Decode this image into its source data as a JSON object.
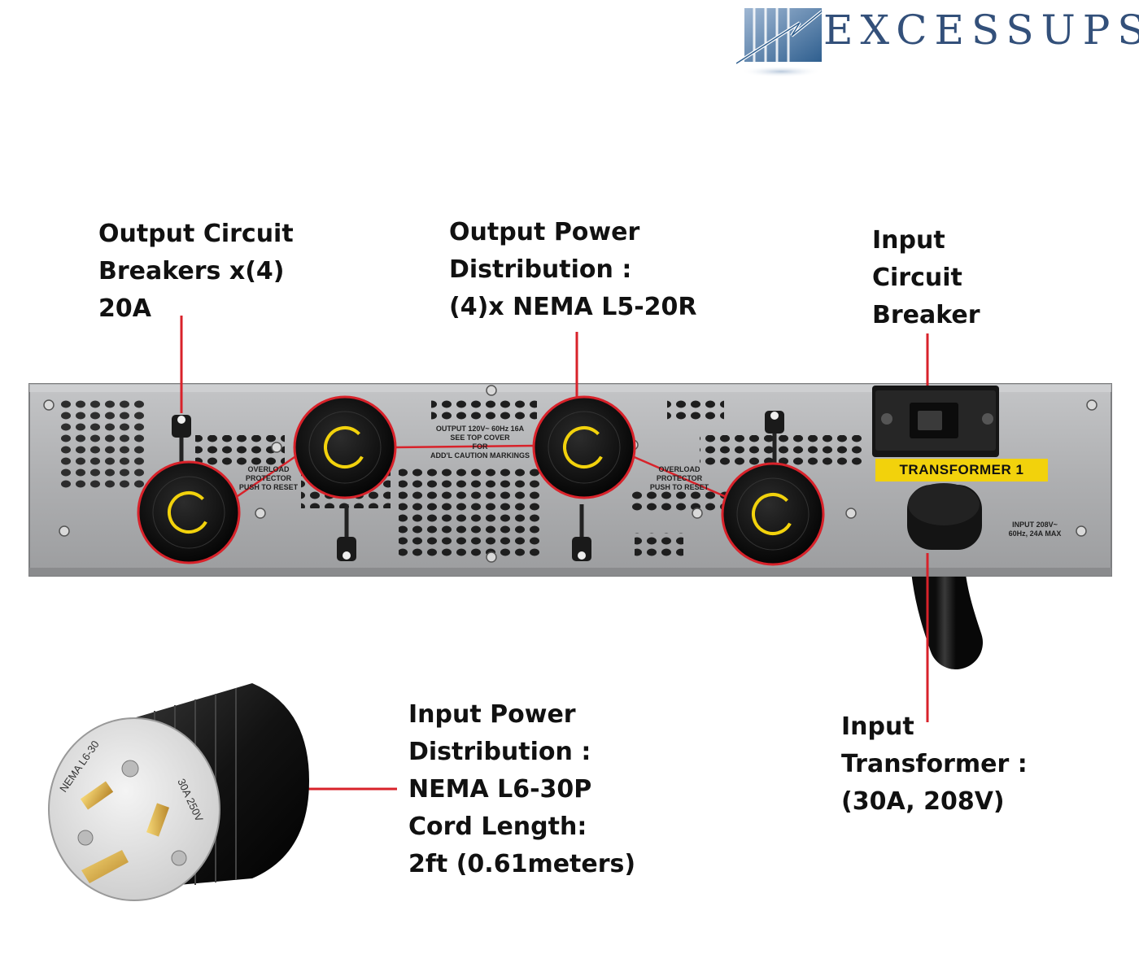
{
  "logo": {
    "text": "EXCESSUPS"
  },
  "callouts": {
    "output_breakers": [
      "Output Circuit",
      "Breakers x(4)",
      "20A"
    ],
    "output_power": [
      "Output Power",
      "Distribution :",
      "(4)x NEMA L5-20R"
    ],
    "input_breaker": [
      "Input",
      "Circuit",
      "Breaker"
    ],
    "input_power": [
      "Input Power",
      "Distribution :",
      "NEMA L6-30P",
      "Cord Length:",
      "2ft (0.61meters)"
    ],
    "input_transformer": [
      "Input",
      "Transformer :",
      "(30A, 208V)"
    ]
  },
  "panel": {
    "output_label": [
      "OUTPUT 120V~ 60Hz 16A",
      "SEE TOP COVER",
      "FOR",
      "ADD'L CAUTION MARKINGS"
    ],
    "overload_left": [
      "OVERLOAD",
      "PROTECTOR",
      "PUSH TO RESET"
    ],
    "overload_right": [
      "OVERLOAD",
      "PROTECTOR",
      "PUSH TO RESET"
    ],
    "transformer_label": "TRANSFORMER 1",
    "input_rating": [
      "INPUT 208V~",
      "60Hz, 24A MAX"
    ]
  },
  "plug": {
    "model": "NEMA L6-30",
    "rating": "30A 250V"
  },
  "colors": {
    "callout_line": "#d8222a",
    "panel": "#a9aaac",
    "logo": "#33507a",
    "label_yellow": "#f2d20c"
  }
}
